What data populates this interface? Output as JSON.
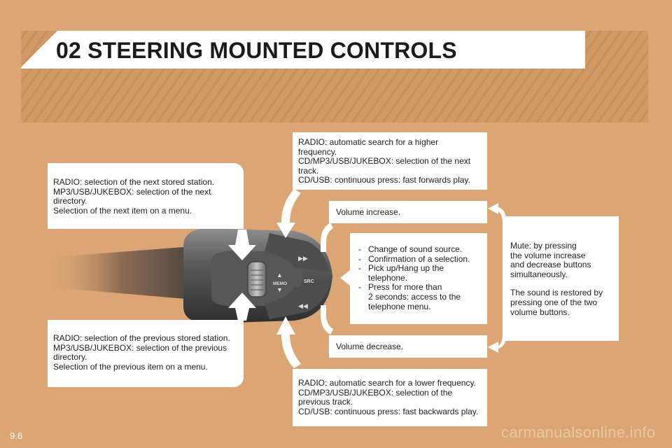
{
  "title": "02  STEERING MOUNTED CONTROLS",
  "page_number": "9.6",
  "watermark": "carmanualsonline.info",
  "boxes": {
    "next_station": [
      "RADIO: selection of the next stored station.",
      "MP3/USB/JUKEBOX: selection of the next",
      "directory.",
      "Selection of the next item on a menu."
    ],
    "prev_station": [
      "RADIO: selection of the previous stored station.",
      "MP3/USB/JUKEBOX: selection of the previous",
      "directory.",
      "Selection of the previous item on a menu."
    ],
    "higher_freq": [
      "RADIO: automatic search for a higher",
      "frequency.",
      "CD/MP3/USB/JUKEBOX: selection of the next",
      "track.",
      "CD/USB: continuous press: fast forwards play."
    ],
    "volume_increase": "Volume increase.",
    "volume_decrease": "Volume decrease.",
    "lower_freq": [
      "RADIO: automatic search for a lower frequency.",
      "CD/MP3/USB/JUKEBOX: selection of the",
      "previous track.",
      "CD/USB: continuous press: fast backwards play."
    ],
    "source_items": [
      [
        "Change of sound source."
      ],
      [
        "Confirmation of a selection."
      ],
      [
        "Pick up/Hang up the",
        "telephone."
      ],
      [
        "Press for more than",
        "2 seconds: access to the",
        "telephone menu."
      ]
    ],
    "mute_p1": [
      "Mute: by pressing",
      "the volume increase",
      "and decrease buttons",
      "simultaneously."
    ],
    "mute_p2": [
      "The sound is restored by",
      "pressing one of the two",
      "volume buttons."
    ]
  },
  "control": {
    "memo": "MEMO",
    "src": "SRC",
    "up_arrow": "▲",
    "down_arrow": "▼",
    "ff_icon": "▶▶",
    "rew_icon": "◀◀"
  },
  "colors": {
    "background": "#dba574",
    "stripe": "#c98f5c",
    "box": "#ffffff",
    "control_dark": "#3d3d3d",
    "control_light": "#8a8a8a"
  }
}
